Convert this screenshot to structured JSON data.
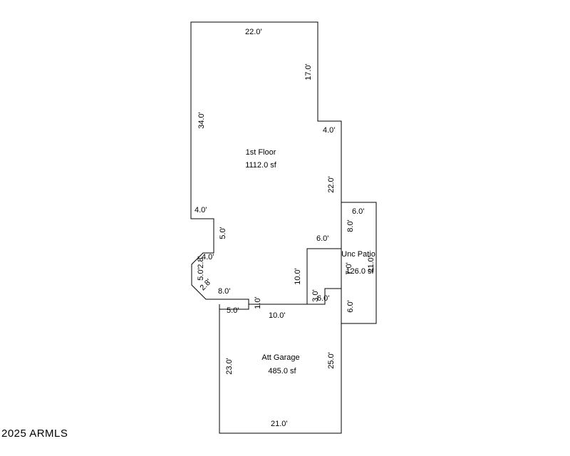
{
  "rooms": {
    "first_floor": {
      "name": "1st Floor",
      "area": "1112.0 sf"
    },
    "garage": {
      "name": "Att Garage",
      "area": "485.0 sf"
    },
    "patio": {
      "name": "Unc Patio",
      "area": "126.0 sf"
    }
  },
  "dimensions": {
    "top": "22.0'",
    "right_upper": "17.0'",
    "step_right": "4.0'",
    "left": "34.0'",
    "right_middle": "22.0'",
    "left_step": "4.0'",
    "left_notch": "5.0'",
    "bay_top": "4.0'",
    "bay_side": "5.0'",
    "bay_diag_a": "2.8'",
    "bay_diag_b": "2.8'",
    "bay_bottom": "8.0'",
    "inner_step": "6.0'",
    "inner_vertical": "10.0'",
    "small_step": "1.0'",
    "garage_top": "10.0'",
    "garage_notch": "5.0'",
    "garage_jog_a": "3.0'",
    "garage_jog_b": "6.0'",
    "garage_left": "23.0'",
    "garage_right": "25.0'",
    "garage_bottom": "21.0'",
    "patio_top": "6.0'",
    "patio_upper": "8.0'",
    "patio_inner": "7.0'",
    "patio_side": "21.0'",
    "patio_lower": "6.0'"
  },
  "copyright": "2025 ARMLS"
}
